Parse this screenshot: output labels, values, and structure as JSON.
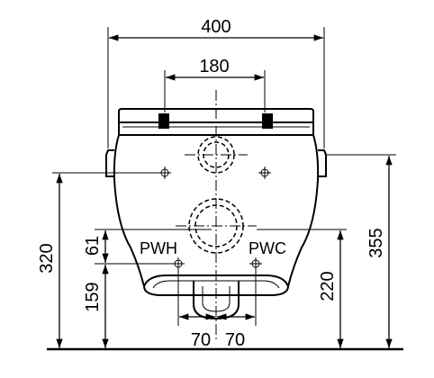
{
  "drawing": {
    "dimensions": {
      "overall_width": "400",
      "bracket_spacing": "180",
      "left_offset": "70",
      "right_offset": "70",
      "height_320": "320",
      "height_61": "61",
      "height_159": "159",
      "height_220": "220",
      "height_355": "355"
    },
    "labels": {
      "hot_water": "PWH",
      "cold_water": "PWC"
    }
  }
}
